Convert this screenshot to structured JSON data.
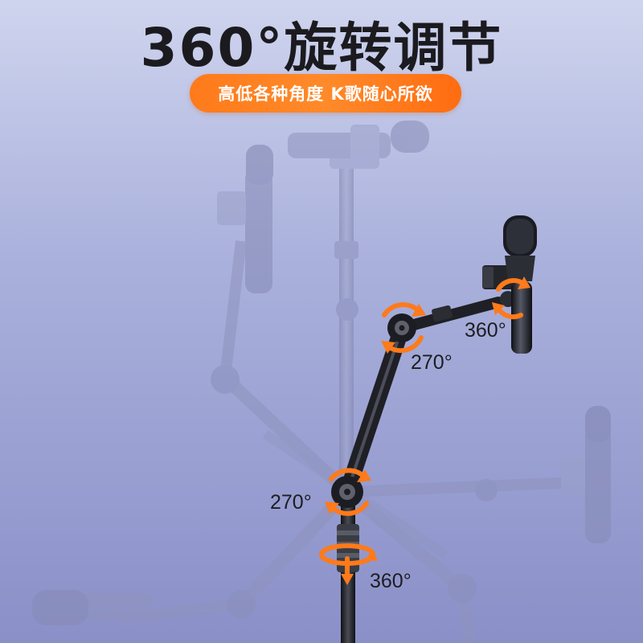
{
  "headline": "360°旋转调节",
  "tagline": "高低各种角度 K歌随心所欲",
  "angles": {
    "upper_right_head": "360°",
    "upper_elbow": "270°",
    "lower_joint": "270°",
    "base_rotation": "360°"
  },
  "colors": {
    "accent": "#ff7a1a",
    "background_top": "#cfd4ee",
    "background_bottom": "#8a90c8",
    "stand_dark": "#25262c"
  }
}
